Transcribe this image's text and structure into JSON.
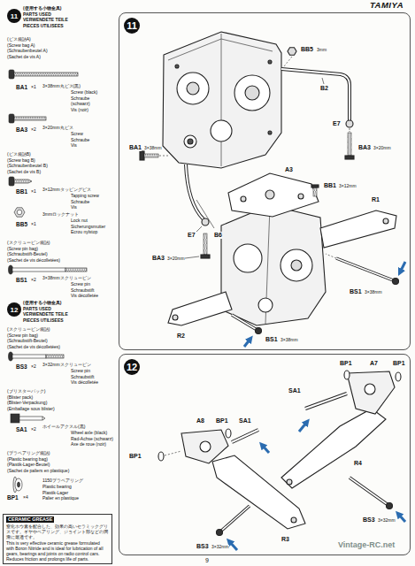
{
  "diagram": {
    "nodes": [
      {
        "text": [
          "11"
        ]
      },
      {
        "text": [
          "11"
        ]
      },
      {
        "text": [
          "12"
        ]
      },
      {
        "text": [
          "12"
        ]
      },
      {
        "text": [
          "CERAMIC GREASE",
          "窒化ホウ素を配合した、効果の高いセラミックグリスです。ギヤやベアリング、ジョイント部などの潤滑に最適です。",
          "This is very effective ceramic grease formulated with Boron Nitride and is ideal for lubrication of all gears, bearings and joints on radio control cars. Reduces friction and prolongs life of parts."
        ]
      }
    ],
    "labels": [
      "TAMIYA",
      "(使用する小物金具)",
      "PARTS USED",
      "VERWENDETE TEILE",
      "PIECES UTILISEES",
      "(ビス袋詰A)",
      "(Screw bag A)",
      "(Schraubenbeutel A)",
      "(Sachet de vis A)",
      "BA1",
      "×1",
      "3×38mm丸ビス(黒)",
      "Screw (black)",
      "Schraube",
      "(schwarz)",
      "Vis (noir)",
      "BA3",
      "×2",
      "3×20mm丸ビス",
      "Screw",
      "Schraube",
      "Vis",
      "(ビス袋詰B)",
      "(Screw bag B)",
      "(Schraubenbeutel B)",
      "(Sachet de vis B)",
      "BB1",
      "×1",
      "3×12mmタッピングビス",
      "Tapping screw",
      "Schraube",
      "Vis",
      "BB5",
      "×1",
      "3mmロックナット",
      "Lock nut",
      "Sicherungsmutter",
      "Ecrou nylstop",
      "(スクリューピン袋詰)",
      "(Screw pin bag)",
      "(Schraubstift-Beutel)",
      "(Sachet de vis décolletées)",
      "BS1",
      "×2",
      "3×38mmスクリューピン",
      "Screw pin",
      "Schraubstift",
      "Vis décolletée",
      "(使用する小物金具)",
      "PARTS USED",
      "VERWENDETE TEILE",
      "PIECES UTILISEES",
      "(スクリューピン袋詰)",
      "(Screw pin bag)",
      "(Schraubstift-Beutel)",
      "(Sachet de vis décolletées)",
      "BS3",
      "×2",
      "3×32mmスクリューピン",
      "Screw pin",
      "Schraubstift",
      "Vis décolletée",
      "(ブリスターパック)",
      "(Blister pack)",
      "(Blister-Verpackung)",
      "(Emballage sous blister)",
      "SA1",
      "×2",
      "ホイールアクスル(黒)",
      "Wheel axle (black)",
      "Rad-Achse (schwarz)",
      "Axe de roue (noir)",
      "(プラベアリング袋詰)",
      "(Plastic bearing bag)",
      "(Plastik-Lager-Beutel)",
      "(Sachet de paliers en plastique)",
      "BP1",
      "×4",
      "1150プラベアリング",
      "Plastic bearing",
      "Plastik-Lager",
      "Palier en plastique",
      "BB5",
      "3mm",
      "BA1",
      "3×38mm",
      "BA3",
      "3×20mm",
      "B2",
      "E7",
      "E7",
      "B6",
      "BA3",
      "3×20mm",
      "A3",
      "BB1",
      "3×12mm",
      "R1",
      "BS1",
      "3×38mm",
      "R2",
      "BS1",
      "3×38mm",
      "BP1",
      "A7",
      "BP1",
      "SA1",
      "A8",
      "BP1",
      "SA1",
      "R4",
      "BS3",
      "3×32mm",
      "BP1",
      "R3",
      "BS3",
      "3×32mm",
      "9",
      "Vintage-RC.net"
    ]
  }
}
